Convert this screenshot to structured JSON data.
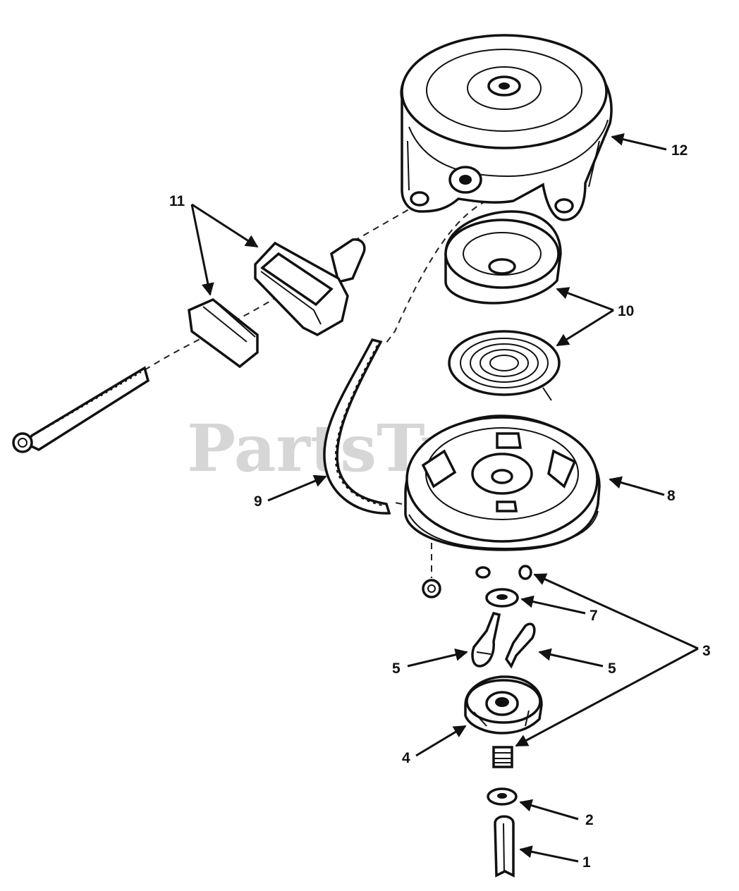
{
  "watermark": "PartsTree",
  "callouts": {
    "c1": "1",
    "c2": "2",
    "c3": "3",
    "c4": "4",
    "c5a": "5",
    "c5b": "5",
    "c7": "7",
    "c8": "8",
    "c9": "9",
    "c10": "10",
    "c11": "11",
    "c12": "12"
  },
  "colors": {
    "ink": "#111111",
    "watermark": "#c9c9c9",
    "paper": "#ffffff"
  }
}
